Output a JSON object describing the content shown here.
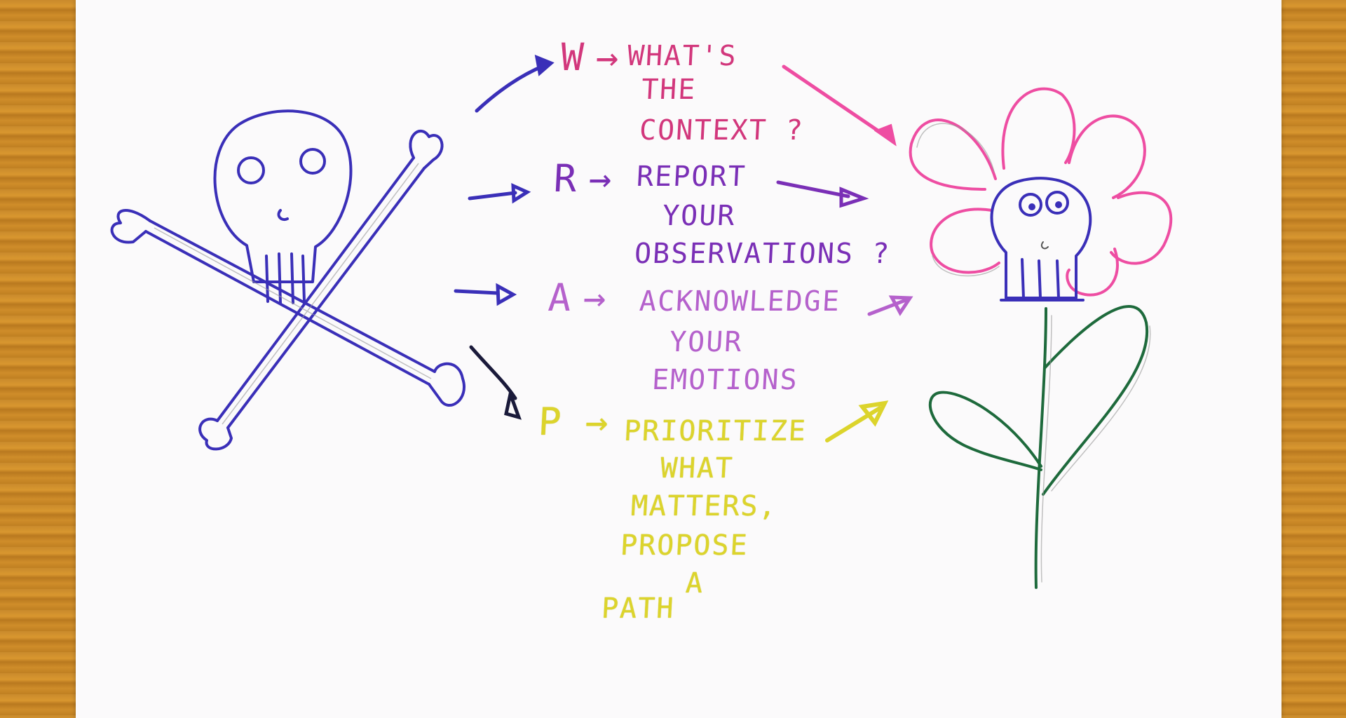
{
  "diagram": {
    "steps": [
      {
        "letter": "W",
        "arrow": "→",
        "lines": [
          "WHAT'S",
          "THE",
          "CONTEXT ?"
        ],
        "color": "#d2377c"
      },
      {
        "letter": "R",
        "arrow": "→",
        "lines": [
          "REPORT",
          "YOUR",
          "OBSERVATIONS ?"
        ],
        "color": "#7a2fb6"
      },
      {
        "letter": "A",
        "arrow": "→",
        "lines": [
          "ACKNOWLEDGE",
          "YOUR",
          "EMOTIONS"
        ],
        "color": "#b561cc"
      },
      {
        "letter": "P",
        "arrow": "→",
        "lines": [
          "PRIORITIZE",
          "WHAT",
          "MATTERS,",
          "PROPOSE",
          "A",
          "PATH"
        ],
        "color": "#dcd42c"
      }
    ],
    "left_drawing_icon": "skull-crossbones-icon",
    "right_drawing_icon": "skull-flower-icon",
    "ink": {
      "blue": "#3a2fb8",
      "pink": "#ee4da2",
      "green": "#1e6a3c",
      "dark": "#1a1a3a"
    }
  }
}
